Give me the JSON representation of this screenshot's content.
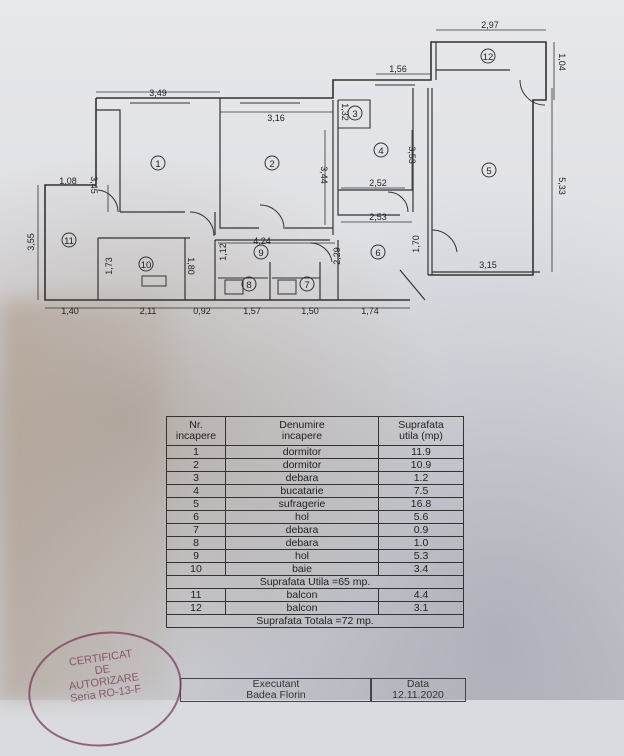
{
  "plan": {
    "dimensions": {
      "top_349": "3,49",
      "top_316": "3,16",
      "top_156": "1,56",
      "top_297": "2,97",
      "right_104": "1,04",
      "right_533": "5,33",
      "left_108": "1,08",
      "left_345": "3,45",
      "left_355": "3,55",
      "mid_344": "3,44",
      "mid_353": "3,53",
      "mid_132": "1,32",
      "mid_252": "2,52",
      "mid_253": "2,53",
      "mid_424": "4,24",
      "mid_173": "1,73",
      "mid_180": "1,80",
      "mid_112": "1,12",
      "mid_229": "2,29",
      "mid_170": "1,70",
      "mid_315": "3,15",
      "bot_140": "1,40",
      "bot_211": "2,11",
      "bot_092": "0,92",
      "bot_157": "1,57",
      "bot_150": "1,50",
      "bot_174": "1,74"
    },
    "room_numbers": [
      "1",
      "2",
      "3",
      "4",
      "5",
      "6",
      "7",
      "8",
      "9",
      "10",
      "11",
      "12"
    ]
  },
  "table": {
    "headers": [
      "Nr.\nincapere",
      "Denumire\nincapere",
      "Suprafata\nutila (mp)"
    ],
    "rows": [
      {
        "nr": "1",
        "name": "dormitor",
        "area": "11.9"
      },
      {
        "nr": "2",
        "name": "dormitor",
        "area": "10.9"
      },
      {
        "nr": "3",
        "name": "debara",
        "area": "1.2"
      },
      {
        "nr": "4",
        "name": "bucatarie",
        "area": "7.5"
      },
      {
        "nr": "5",
        "name": "sufragerie",
        "area": "16.8"
      },
      {
        "nr": "6",
        "name": "hol",
        "area": "5.6"
      },
      {
        "nr": "7",
        "name": "debara",
        "area": "0.9"
      },
      {
        "nr": "8",
        "name": "debara",
        "area": "1.0"
      },
      {
        "nr": "9",
        "name": "hol",
        "area": "5.3"
      },
      {
        "nr": "10",
        "name": "baie",
        "area": "3.4"
      }
    ],
    "useful_total": "Suprafata Utila =65 mp.",
    "balcony_rows": [
      {
        "nr": "11",
        "name": "balcon",
        "area": "4.4"
      },
      {
        "nr": "12",
        "name": "balcon",
        "area": "3.1"
      }
    ],
    "total": "Suprafata Totala =72 mp."
  },
  "footer": {
    "executant_label": "Executant",
    "executant_name": "Badea Florin",
    "date_label": "Data",
    "date_value": "12.11.2020"
  },
  "stamp": {
    "line1": "CERTIFICAT",
    "line2": "DE",
    "line3": "AUTORIZARE",
    "line4": "Seria RO-13-F"
  }
}
